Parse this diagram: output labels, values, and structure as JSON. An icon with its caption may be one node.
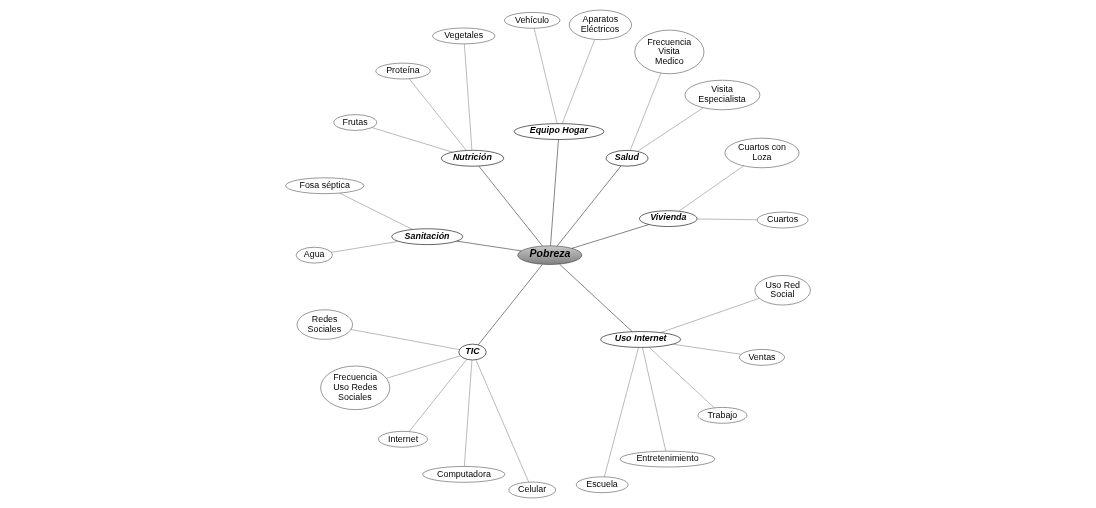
{
  "diagram": {
    "nodes": [
      {
        "text": [
          "Pobreza"
        ]
      },
      {
        "text": [
          "Vivienda"
        ]
      },
      {
        "text": [
          "Cuartos"
        ]
      },
      {
        "text": [
          "Cuartos con Loza"
        ]
      },
      {
        "text": [
          "Salud"
        ]
      },
      {
        "text": [
          "Visita Especialista"
        ]
      },
      {
        "text": [
          "Frecuencia Visita Medico"
        ]
      },
      {
        "text": [
          "Equipo Hogar"
        ]
      },
      {
        "text": [
          "Aparatos Eléctricos"
        ]
      },
      {
        "text": [
          "Vehículo"
        ]
      },
      {
        "text": [
          "Nutrición"
        ]
      },
      {
        "text": [
          "Vegetales"
        ]
      },
      {
        "text": [
          "Proteína"
        ]
      },
      {
        "text": [
          "Frutas"
        ]
      },
      {
        "text": [
          "Sanitación"
        ]
      },
      {
        "text": [
          "Fosa séptica"
        ]
      },
      {
        "text": [
          "Agua"
        ]
      },
      {
        "text": [
          "TIC"
        ]
      },
      {
        "text": [
          "Redes Sociales"
        ]
      },
      {
        "text": [
          "Frecuencia Uso Redes Sociales"
        ]
      },
      {
        "text": [
          "Internet"
        ]
      },
      {
        "text": [
          "Computadora"
        ]
      },
      {
        "text": [
          "Celular"
        ]
      },
      {
        "text": [
          "Uso Internet"
        ]
      },
      {
        "text": [
          "Escuela"
        ]
      },
      {
        "text": [
          "Entretenimiento"
        ]
      },
      {
        "text": [
          "Trabajo"
        ]
      },
      {
        "text": [
          "Ventas"
        ]
      },
      {
        "text": [
          "Uso Red Social"
        ]
      }
    ],
    "edges": [
      {
        "from": 0,
        "to": 1,
        "arrow": "none",
        "color": "#000000"
      },
      {
        "from": 1,
        "to": 2,
        "arrow": "none"
      },
      {
        "from": 1,
        "to": 3,
        "arrow": "none"
      },
      {
        "from": 0,
        "to": 4,
        "arrow": "none",
        "color": "#000000"
      },
      {
        "from": 4,
        "to": 5,
        "arrow": "none"
      },
      {
        "from": 4,
        "to": 6,
        "arrow": "none"
      },
      {
        "from": 0,
        "to": 7,
        "arrow": "none",
        "color": "#000000"
      },
      {
        "from": 7,
        "to": 8,
        "arrow": "none"
      },
      {
        "from": 7,
        "to": 9,
        "arrow": "none"
      },
      {
        "from": 0,
        "to": 10,
        "arrow": "none",
        "color": "#000000"
      },
      {
        "from": 10,
        "to": 11,
        "arrow": "none"
      },
      {
        "from": 10,
        "to": 12,
        "arrow": "none"
      },
      {
        "from": 10,
        "to": 13,
        "arrow": "none"
      },
      {
        "from": 0,
        "to": 14,
        "arrow": "none",
        "color": "#000000"
      },
      {
        "from": 14,
        "to": 15,
        "arrow": "none"
      },
      {
        "from": 14,
        "to": 16,
        "arrow": "none"
      },
      {
        "from": 0,
        "to": 17,
        "arrow": "none",
        "color": "#000000"
      },
      {
        "from": 17,
        "to": 18,
        "arrow": "none"
      },
      {
        "from": 17,
        "to": 19,
        "arrow": "none"
      },
      {
        "from": 17,
        "to": 20,
        "arrow": "none"
      },
      {
        "from": 17,
        "to": 21,
        "arrow": "none"
      },
      {
        "from": 17,
        "to": 22,
        "arrow": "none"
      },
      {
        "from": 0,
        "to": 23,
        "arrow": "none",
        "color": "#000000"
      },
      {
        "from": 23,
        "to": 24,
        "arrow": "none"
      },
      {
        "from": 23,
        "to": 25,
        "arrow": "none"
      },
      {
        "from": 23,
        "to": 26,
        "arrow": "none"
      },
      {
        "from": 23,
        "to": 27,
        "arrow": "none"
      },
      {
        "from": 23,
        "to": 28,
        "arrow": "none"
      }
    ]
  }
}
